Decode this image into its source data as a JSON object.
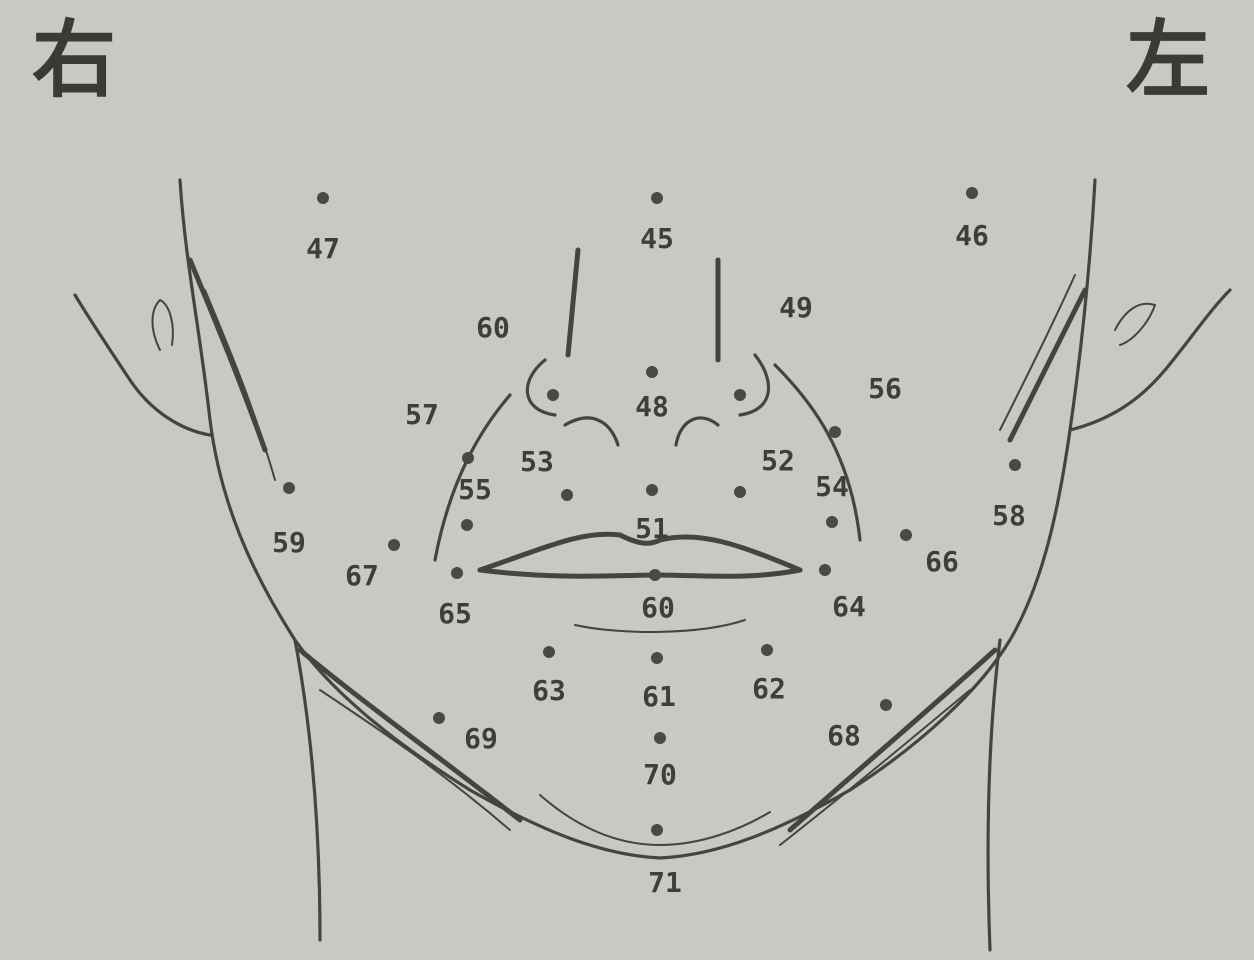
{
  "labels": {
    "side_right": "右",
    "side_left": "左"
  },
  "points": [
    {
      "id": "p45",
      "label": "45"
    },
    {
      "id": "p46",
      "label": "46"
    },
    {
      "id": "p47",
      "label": "47"
    },
    {
      "id": "p48",
      "label": "48"
    },
    {
      "id": "p49",
      "label": "49"
    },
    {
      "id": "p50",
      "label": "60"
    },
    {
      "id": "p51",
      "label": "51"
    },
    {
      "id": "p52",
      "label": "52"
    },
    {
      "id": "p53",
      "label": "53"
    },
    {
      "id": "p54",
      "label": "54"
    },
    {
      "id": "p55",
      "label": "55"
    },
    {
      "id": "p56",
      "label": "56"
    },
    {
      "id": "p57",
      "label": "57"
    },
    {
      "id": "p58",
      "label": "58"
    },
    {
      "id": "p59",
      "label": "59"
    },
    {
      "id": "p60",
      "label": "60"
    },
    {
      "id": "p61",
      "label": "61"
    },
    {
      "id": "p62",
      "label": "62"
    },
    {
      "id": "p63",
      "label": "63"
    },
    {
      "id": "p64",
      "label": "64"
    },
    {
      "id": "p65",
      "label": "65"
    },
    {
      "id": "p66",
      "label": "66"
    },
    {
      "id": "p67",
      "label": "67"
    },
    {
      "id": "p68",
      "label": "68"
    },
    {
      "id": "p69",
      "label": "69"
    },
    {
      "id": "p70",
      "label": "70"
    },
    {
      "id": "p71",
      "label": "71"
    }
  ]
}
